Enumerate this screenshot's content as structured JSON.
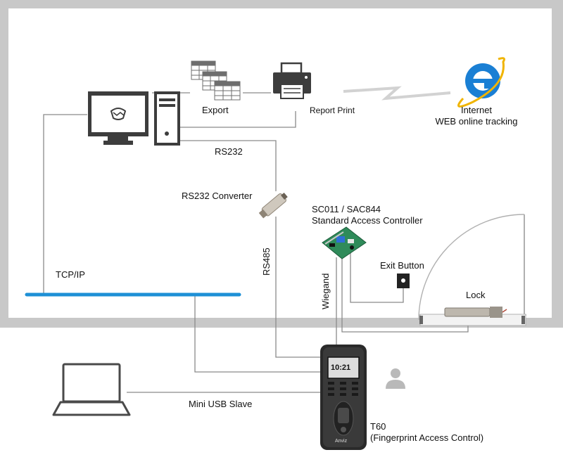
{
  "diagram": {
    "nodes": {
      "export": {
        "label": "Export"
      },
      "report_print": {
        "label": "Report Print"
      },
      "internet": {
        "line1": "Internet",
        "line2": "WEB online tracking"
      },
      "rs232_converter": {
        "label": "RS232 Converter"
      },
      "controller": {
        "line1": "SC011 / SAC844",
        "line2": "Standard Access Controller"
      },
      "exit_button": {
        "label": "Exit Button"
      },
      "lock": {
        "label": "Lock"
      },
      "t60": {
        "line1": "T60",
        "line2": "(Fingerprint Access Control)",
        "screen_time": "10:21",
        "brand": "Anviz"
      }
    },
    "connections": {
      "rs232": "RS232",
      "rs485": "RS485",
      "tcpip": "TCP/IP",
      "wiegand": "Wiegand",
      "mini_usb": "Mini USB Slave"
    }
  },
  "colors": {
    "wall": "#c8c8c8",
    "room": "#ffffff",
    "line": "#8a8a8a",
    "network": "#1e90d6",
    "device": "#3d3d3d",
    "ie_blue": "#1a7fd4"
  }
}
